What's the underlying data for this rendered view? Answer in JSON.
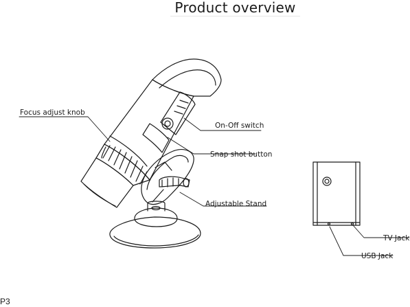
{
  "title": "Product overview",
  "labels": {
    "focus_knob": "Focus adjust knob",
    "onoff": "On-Off switch",
    "snapshot": "Snap shot button",
    "stand": "Adjustable Stand",
    "tv_jack": "TV Jack",
    "usb_jack": "USB Jack"
  },
  "page_number": "P3"
}
